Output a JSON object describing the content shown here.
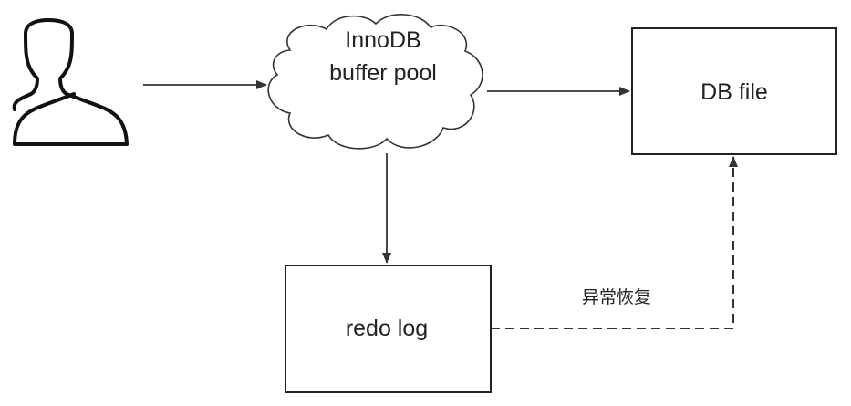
{
  "diagram": {
    "nodes": {
      "user": {
        "icon": "user-silhouette-icon"
      },
      "buffer_pool": {
        "line1": "InnoDB",
        "line2": "buffer pool",
        "shape": "cloud"
      },
      "db_file": {
        "label": "DB file",
        "shape": "rectangle"
      },
      "redo_log": {
        "label": "redo log",
        "shape": "rectangle"
      }
    },
    "edges": [
      {
        "from": "user",
        "to": "buffer_pool",
        "style": "solid"
      },
      {
        "from": "buffer_pool",
        "to": "db_file",
        "style": "solid"
      },
      {
        "from": "buffer_pool",
        "to": "redo_log",
        "style": "solid"
      },
      {
        "from": "redo_log",
        "to": "db_file",
        "style": "dashed",
        "label": "异常恢复"
      }
    ],
    "colors": {
      "stroke": "#333333",
      "text": "#222222",
      "background": "#ffffff"
    }
  }
}
